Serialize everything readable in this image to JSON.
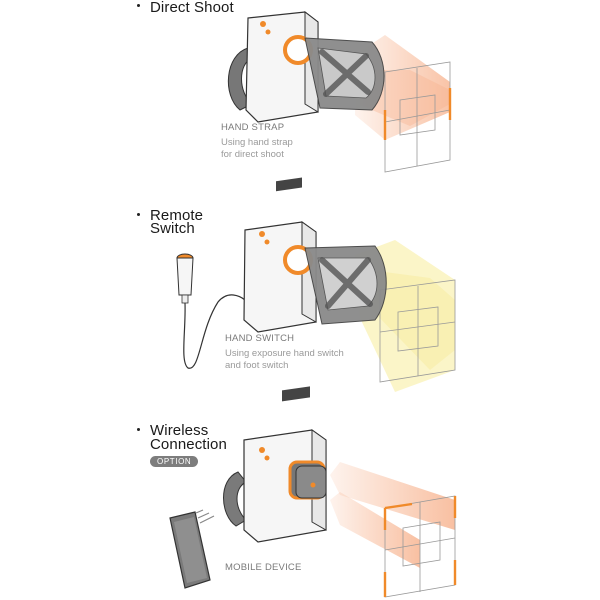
{
  "sections": [
    {
      "title": "Direct Shoot",
      "caption_heading": "HAND STRAP",
      "caption_line1": "Using hand strap",
      "caption_line2": "for direct shoot"
    },
    {
      "title_line1": "Remote",
      "title_line2": "Switch",
      "caption_heading": "HAND SWITCH",
      "caption_line1": "Using exposure hand switch",
      "caption_line2": "and foot switch"
    },
    {
      "title_line1": "Wireless",
      "title_line2": "Connection",
      "badge": "OPTION",
      "caption_heading": "MOBILE DEVICE"
    }
  ],
  "colors": {
    "accent_orange": "#f08a2a",
    "beam_orange": "#f7b08a",
    "beam_yellow": "#f7ec9a",
    "device_gray": "#8a8a8a",
    "outline": "#333333"
  },
  "icons": [
    "xray-device-icon",
    "hand-strap-icon",
    "remote-switch-icon",
    "mobile-phone-icon",
    "wireless-signal-icon",
    "target-frame-icon"
  ]
}
